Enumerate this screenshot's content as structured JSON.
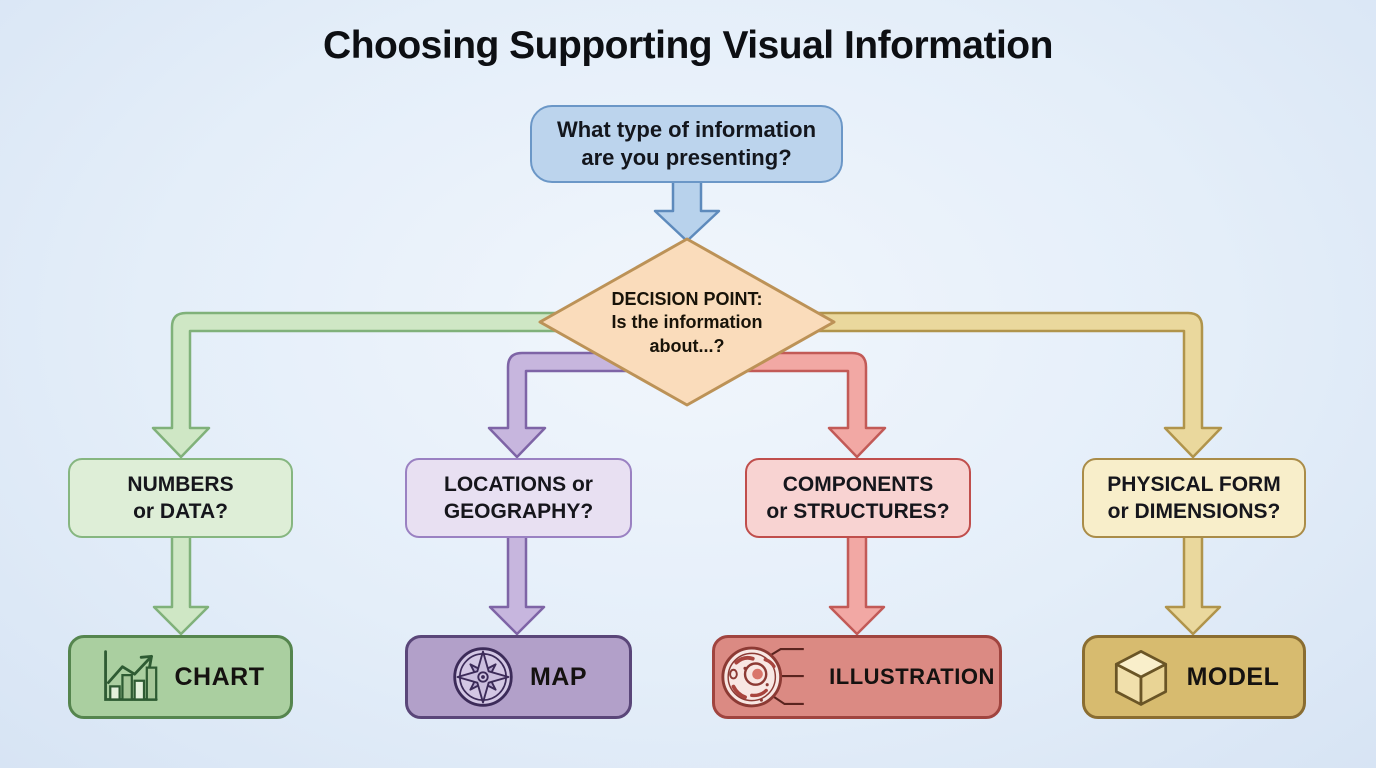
{
  "title": "Choosing Supporting Visual Information",
  "start": {
    "line1": "What type of information",
    "line2": "are you presenting?"
  },
  "decision": {
    "line1": "DECISION POINT:",
    "line2": "Is the information",
    "line3": "about...?"
  },
  "branches": [
    {
      "id": "chart",
      "question_line1": "NUMBERS",
      "question_line2": "or DATA?",
      "result": "CHART",
      "icon": "bar-chart-icon",
      "accent_color": "#55854e",
      "light_color": "#deeed7",
      "arrow_color": "#cfe7c5"
    },
    {
      "id": "map",
      "question_line1": "LOCATIONS or",
      "question_line2": "GEOGRAPHY?",
      "result": "MAP",
      "icon": "compass-icon",
      "accent_color": "#5a4679",
      "light_color": "#e8e0f2",
      "arrow_color": "#c7b6de"
    },
    {
      "id": "illustration",
      "question_line1": "COMPONENTS",
      "question_line2": "or STRUCTURES?",
      "result": "ILLUSTRATION",
      "icon": "cell-diagram-icon",
      "accent_color": "#a0443f",
      "light_color": "#f8d3d2",
      "arrow_color": "#f2a8a4"
    },
    {
      "id": "model",
      "question_line1": "PHYSICAL FORM",
      "question_line2": "or DIMENSIONS?",
      "result": "MODEL",
      "icon": "cube-icon",
      "accent_color": "#8a6d31",
      "light_color": "#f8eeca",
      "arrow_color": "#ead89d"
    }
  ],
  "other_colors": {
    "start_box_fill": "#bcd4ed",
    "start_box_border": "#6b97c7",
    "decision_fill": "#fadcbb",
    "decision_border": "#bc9257",
    "background": "#e4eef9"
  }
}
